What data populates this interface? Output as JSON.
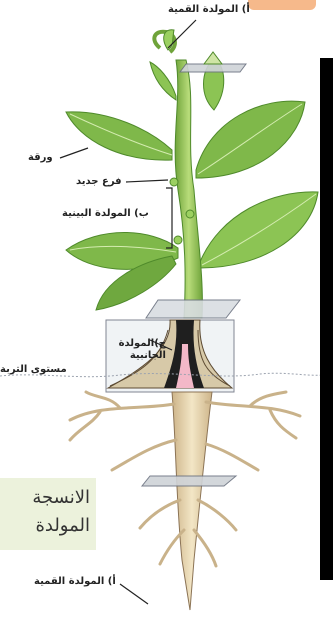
{
  "labels": {
    "apical_top": "أ) المولدة القمية",
    "leaf": "ورقة",
    "new_branch": "فرع جديد",
    "intercalary": "ب) المولدة البينية",
    "lateral": "ج)المولدة\nالجانبية",
    "soil_level": "مستوى التربة",
    "apical_bottom": "أ) المولدة القمية"
  },
  "tag": {
    "text": "الانسجة\nالمولدة"
  },
  "colors": {
    "stem": "#8fbf4d",
    "leaf": "#7fb84a",
    "leaf_dark": "#5e9a33",
    "root": "#e6d3a8",
    "highlight": "#f6b98b",
    "tag_bg": "#ecf2dc"
  }
}
